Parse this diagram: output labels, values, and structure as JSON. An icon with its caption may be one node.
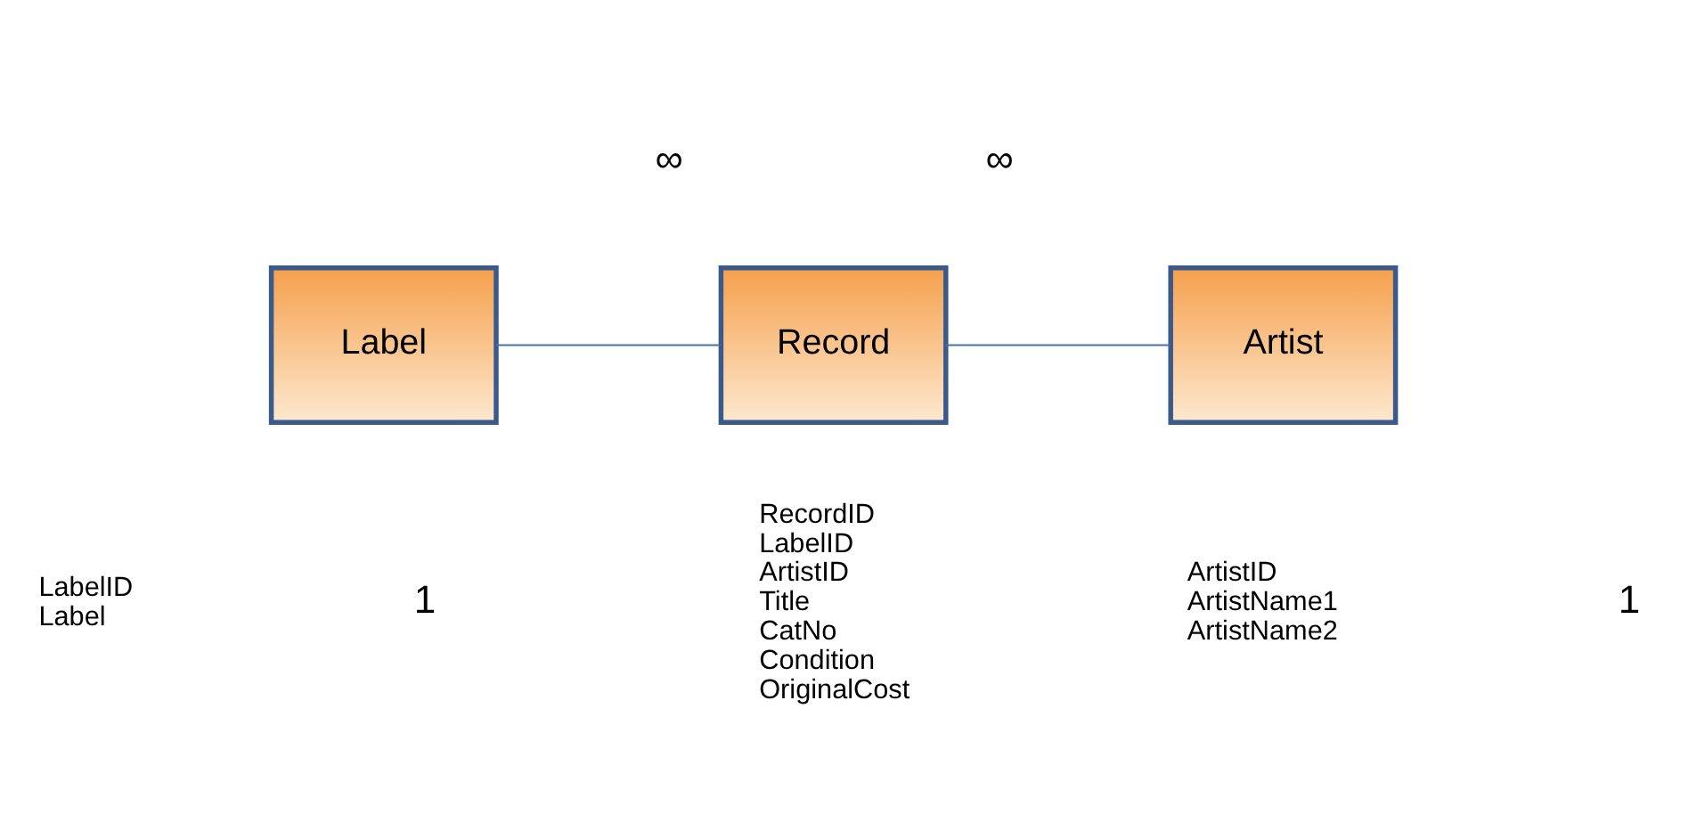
{
  "diagram": {
    "nodes": [
      {
        "text": [
          "Label"
        ],
        "beside": [
          "LabelID",
          "Label"
        ]
      },
      {
        "text": [
          "Record"
        ],
        "beside": [
          "RecordID",
          "LabelID",
          "ArtistID",
          "Title",
          "CatNo",
          "Condition",
          "OriginalCost"
        ]
      },
      {
        "text": [
          "Artist"
        ],
        "beside": [
          "ArtistID",
          "ArtistName1",
          "ArtistName2"
        ]
      }
    ],
    "edges": [
      {
        "from": 0,
        "to": 1,
        "arrow": "none"
      },
      {
        "from": 1,
        "to": 2,
        "arrow": "none"
      }
    ],
    "labels": [
      "1",
      "∞",
      "∞",
      "1"
    ]
  }
}
